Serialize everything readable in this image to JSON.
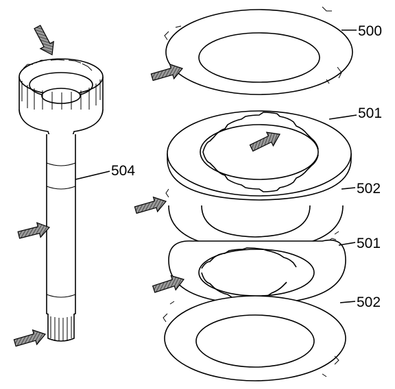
{
  "callouts": {
    "plate_top": "500",
    "friction_upper": "501",
    "plate_mid": "502",
    "friction_lower": "501",
    "plate_bottom": "502",
    "shaft": "504"
  }
}
